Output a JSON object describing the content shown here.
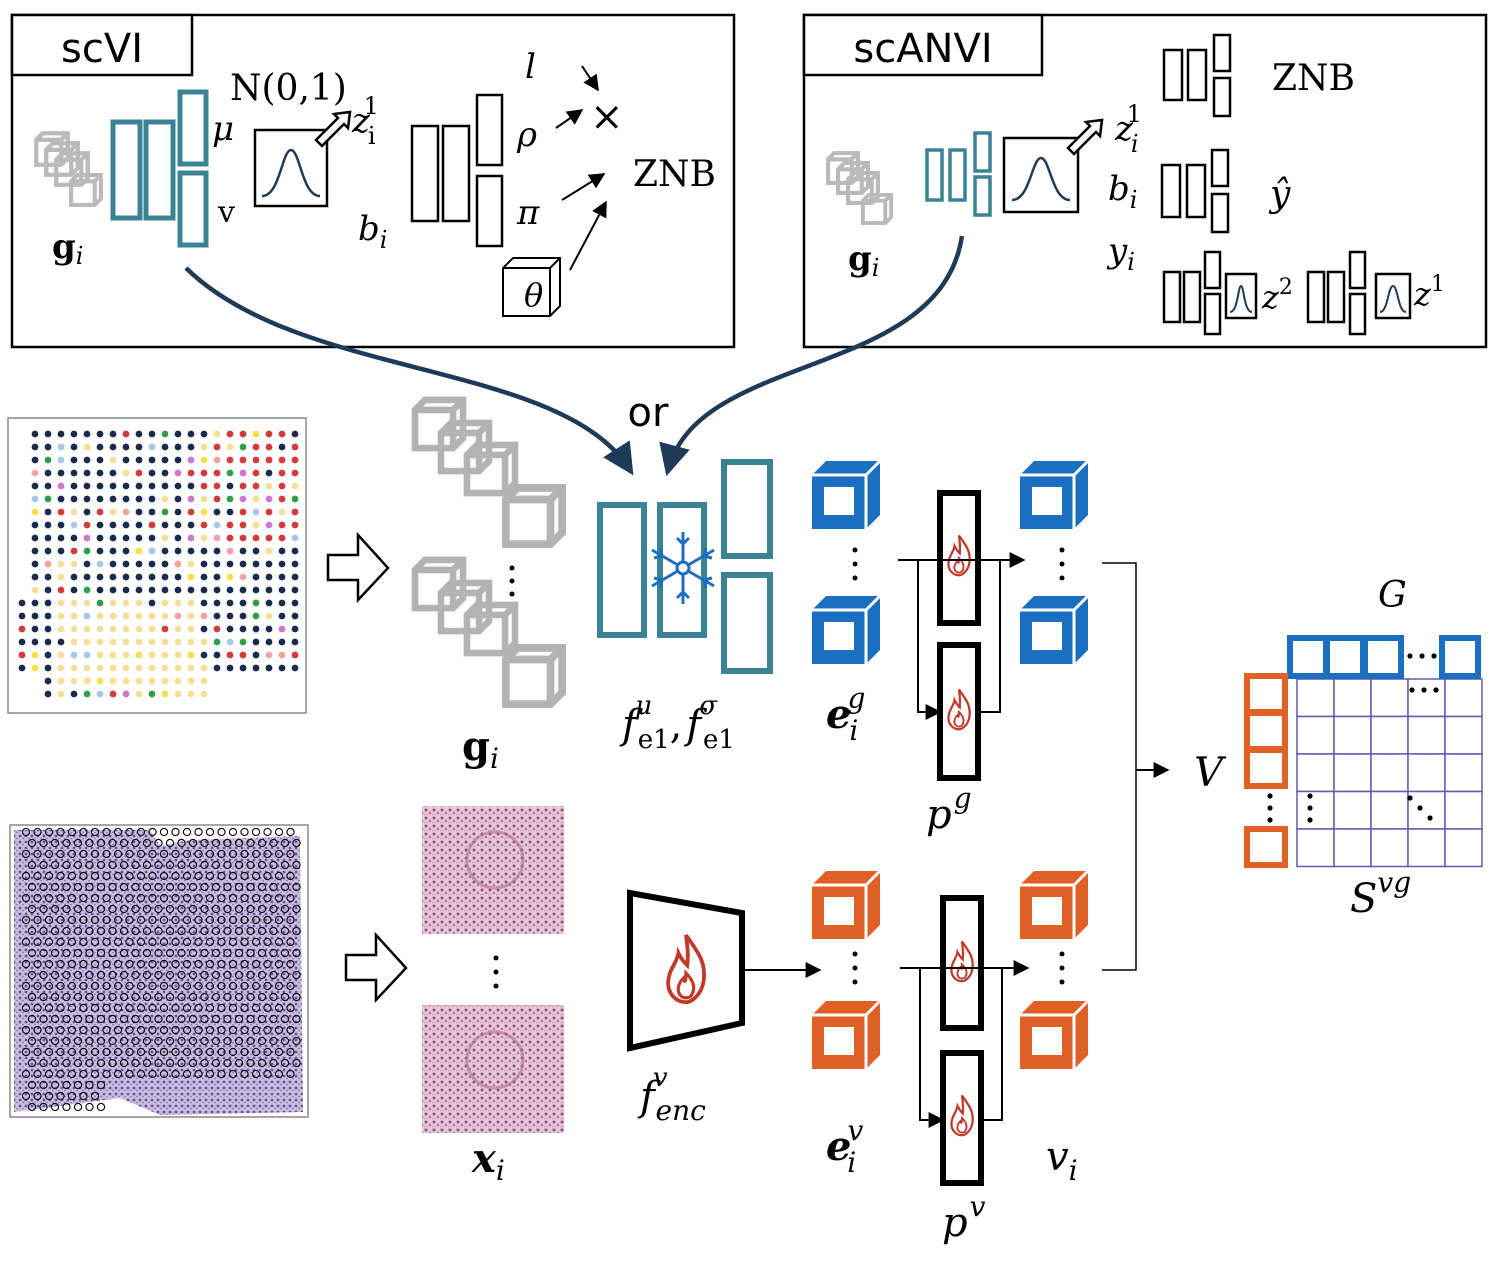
{
  "colors": {
    "teal": "#3b8394",
    "blue": "#1b6fc0",
    "orange": "#e06125",
    "purple": "#6a55b0",
    "gray": "#b3b3b3",
    "navy": "#1e3a56",
    "fire": "#c0392b",
    "tissue": "#8c7fb5"
  },
  "scvi": {
    "title": "scVI",
    "prior": "N(0,1)",
    "mu": "μ",
    "v": "v",
    "z": "z",
    "z_sub": "i",
    "z_sup": "1",
    "g": "g",
    "g_sub": "i",
    "b": "b",
    "b_sub": "i",
    "l": "l",
    "rho": "ρ",
    "pi": "π",
    "theta": "θ",
    "times": "×",
    "znb": "ZNB"
  },
  "scanvi": {
    "title": "scANVI",
    "z": "z",
    "z_sub": "i",
    "z_sup": "1",
    "b": "b",
    "b_sub": "i",
    "y": "y",
    "y_sub": "i",
    "g": "g",
    "g_sub": "i",
    "znb": "ZNB",
    "yhat": "ŷ",
    "z2": "z",
    "z2_sup": "2",
    "z1": "z",
    "z1_sup": "1"
  },
  "middle": {
    "or": "or",
    "g": "g",
    "g_sub": "i",
    "x": "x",
    "x_sub": "i",
    "f": "f",
    "f_mu_sup": "μ",
    "f_sigma_sup": "σ",
    "f_sub": "e1",
    "comma": ",",
    "enc_f": "f",
    "enc_sup": "v",
    "enc_sub": "enc",
    "eg": "e",
    "eg_sup": "g",
    "eg_sub": "i",
    "ev": "e",
    "ev_sup": "v",
    "ev_sub": "i",
    "pg": "p",
    "pg_sup": "g",
    "pv": "p",
    "pv_sup": "v",
    "vi": "v",
    "vi_sub": "i",
    "V": "V",
    "G": "G",
    "S": "S",
    "S_sup": "vg"
  },
  "spots": {
    "palette": [
      "#1a2a4f",
      "#1a2a4f",
      "#1a2a4f",
      "#a9c8e8",
      "#f5df96",
      "#f5df96",
      "#d33a3a",
      "#2f9e44",
      "#f4a1a1",
      "#cc77cc",
      "#f5e04a"
    ]
  }
}
